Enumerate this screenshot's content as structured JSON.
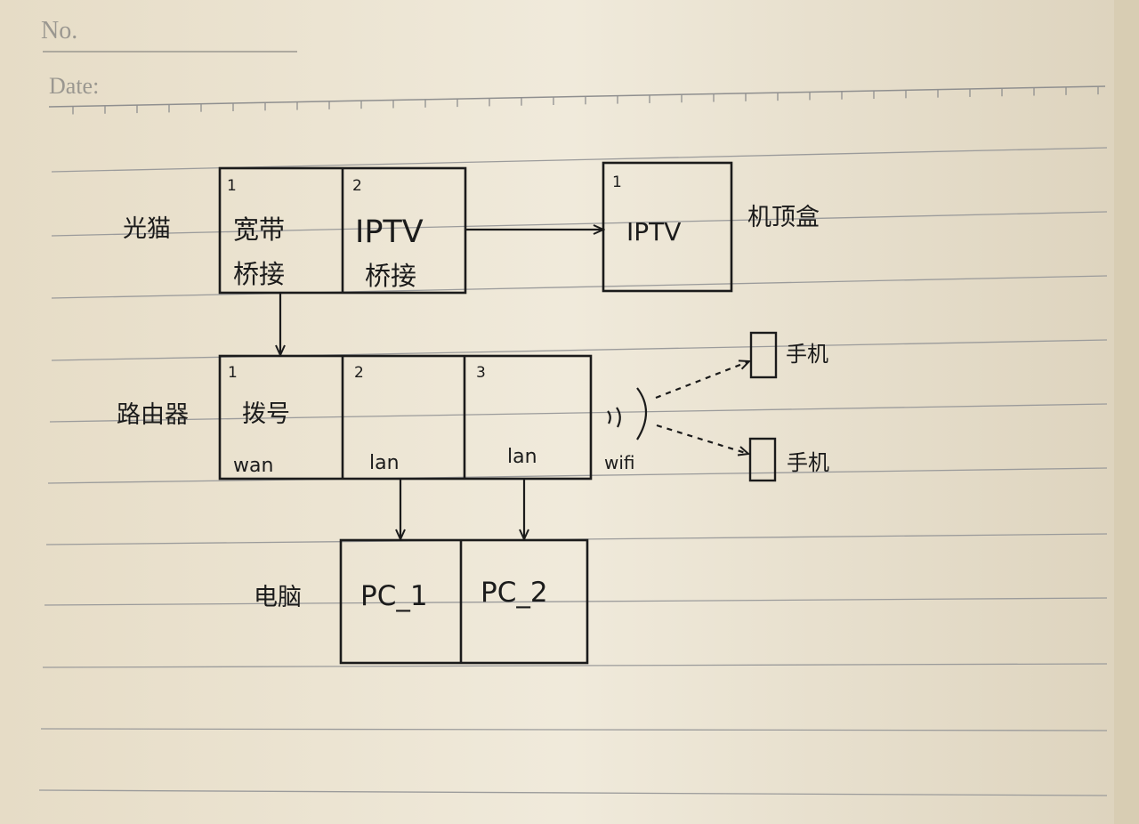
{
  "page_header": {
    "no_label": "No.",
    "date_label": "Date:"
  },
  "colors": {
    "paper": "#ece5d3",
    "ink": "#1b1b1b",
    "rule": "#8f8f8f",
    "print": "#9a9790"
  },
  "optical_modem": {
    "label": "光猫",
    "ports": [
      {
        "number": "1",
        "lines": [
          "宽带",
          "桥接"
        ]
      },
      {
        "number": "2",
        "lines": [
          "IPTV",
          "桥接"
        ]
      }
    ]
  },
  "set_top_box": {
    "label": "机顶盒",
    "port": {
      "number": "1",
      "text": "IPTV"
    }
  },
  "router": {
    "label": "路由器",
    "ports": [
      {
        "number": "1",
        "text": "拨号",
        "type": "wan"
      },
      {
        "number": "2",
        "text": "",
        "type": "lan"
      },
      {
        "number": "3",
        "text": "",
        "type": "lan"
      }
    ],
    "wifi_label": "wifi"
  },
  "phones": [
    {
      "label": "手机"
    },
    {
      "label": "手机"
    }
  ],
  "computers": {
    "label": "电脑",
    "items": [
      "PC_1",
      "PC_2"
    ]
  }
}
